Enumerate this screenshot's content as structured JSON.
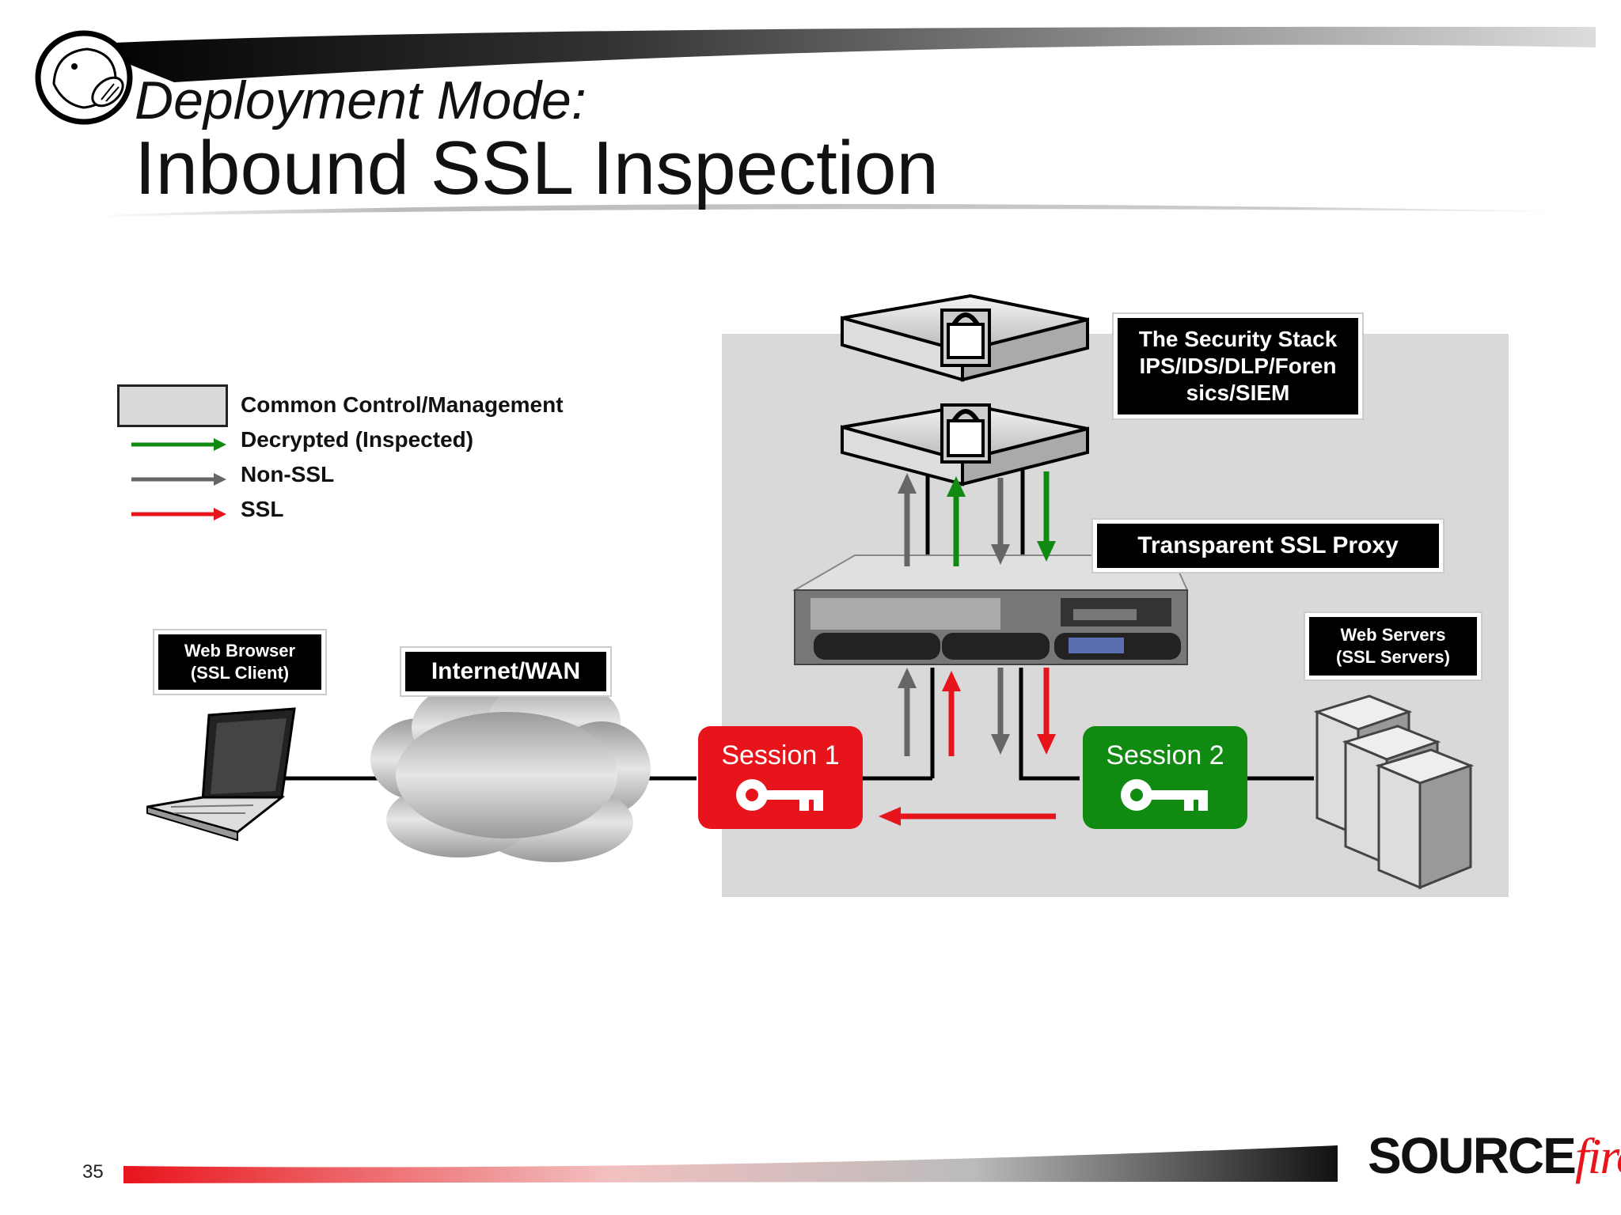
{
  "slide": {
    "title_line1": "Deployment Mode:",
    "title_line2": "Inbound SSL Inspection",
    "page_number": "35"
  },
  "legend": {
    "items": [
      {
        "label": "Common Control/Management",
        "kind": "box"
      },
      {
        "label": "Decrypted (Inspected)",
        "color": "#118a11"
      },
      {
        "label": "Non-SSL",
        "color": "#666666"
      },
      {
        "label": "SSL",
        "color": "#e8141b"
      }
    ]
  },
  "labels": {
    "security_stack_l1": "The Security Stack",
    "security_stack_l2": "IPS/IDS/DLP/Foren",
    "security_stack_l3": "sics/SIEM",
    "ssl_proxy": "Transparent SSL Proxy",
    "web_servers_l1": "Web Servers",
    "web_servers_l2": "(SSL Servers)",
    "web_browser_l1": "Web Browser",
    "web_browser_l2": "(SSL Client)",
    "internet": "Internet/WAN",
    "session1": "Session 1",
    "session2": "Session 2"
  },
  "logo": {
    "part1": "SOURCE",
    "part2": "fire",
    "mark": "®"
  },
  "colors": {
    "green": "#118a11",
    "gray": "#666666",
    "red": "#e8141b",
    "panel": "#d9d9d9"
  }
}
